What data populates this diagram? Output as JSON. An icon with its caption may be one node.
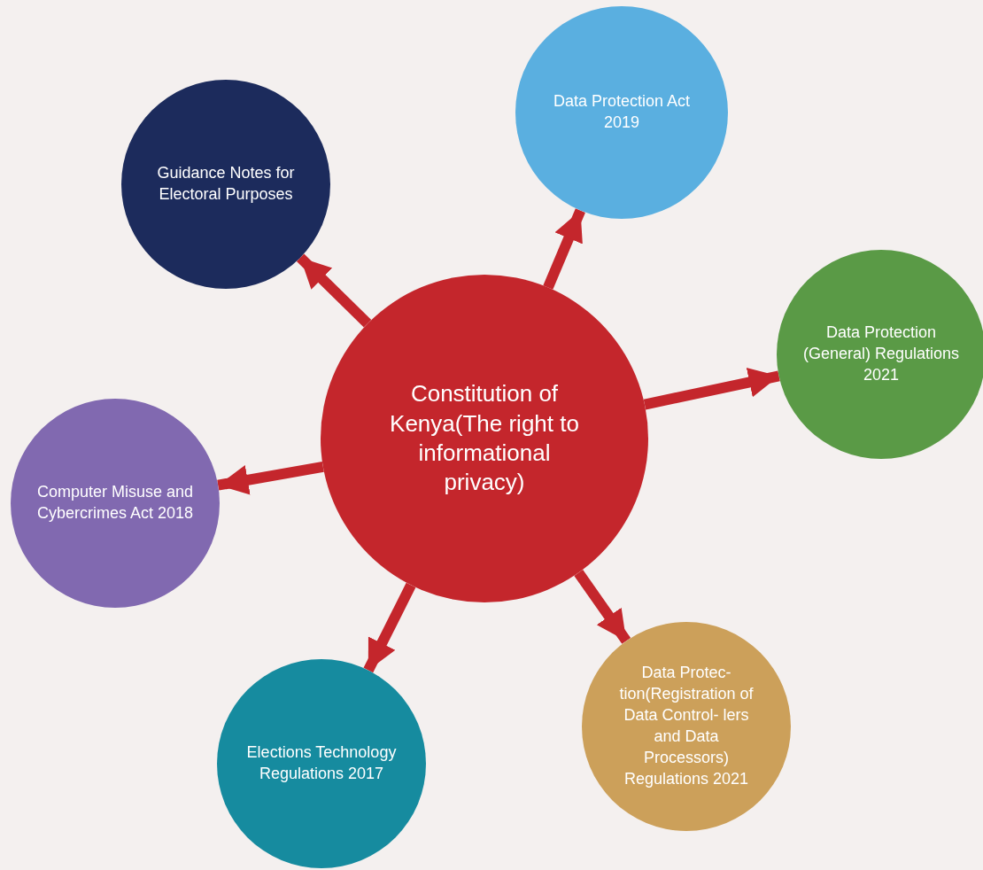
{
  "diagram": {
    "nodes": [
      {
        "text": [
          "Constitution of Kenya(The right to informational privacy)"
        ]
      },
      {
        "text": [
          "Guidance Notes for Electoral Purposes"
        ]
      },
      {
        "text": [
          "Data Protection Act 2019"
        ]
      },
      {
        "text": [
          "Data Protection (General) Regulations 2021"
        ]
      },
      {
        "text": [
          "Computer Misuse and Cybercrimes Act 2018"
        ]
      },
      {
        "text": [
          "Data Protec- tion(Registration of Data Control- lers and Data Processors) Regulations 2021"
        ]
      },
      {
        "text": [
          "Elections Technology Regulations 2017"
        ]
      }
    ],
    "edges": [
      {
        "from": 0,
        "to": 1,
        "arrow": "to"
      },
      {
        "from": 0,
        "to": 2,
        "arrow": "to"
      },
      {
        "from": 0,
        "to": 3,
        "arrow": "to"
      },
      {
        "from": 0,
        "to": 4,
        "arrow": "to"
      },
      {
        "from": 0,
        "to": 5,
        "arrow": "to"
      },
      {
        "from": 0,
        "to": 6,
        "arrow": "to"
      }
    ]
  }
}
